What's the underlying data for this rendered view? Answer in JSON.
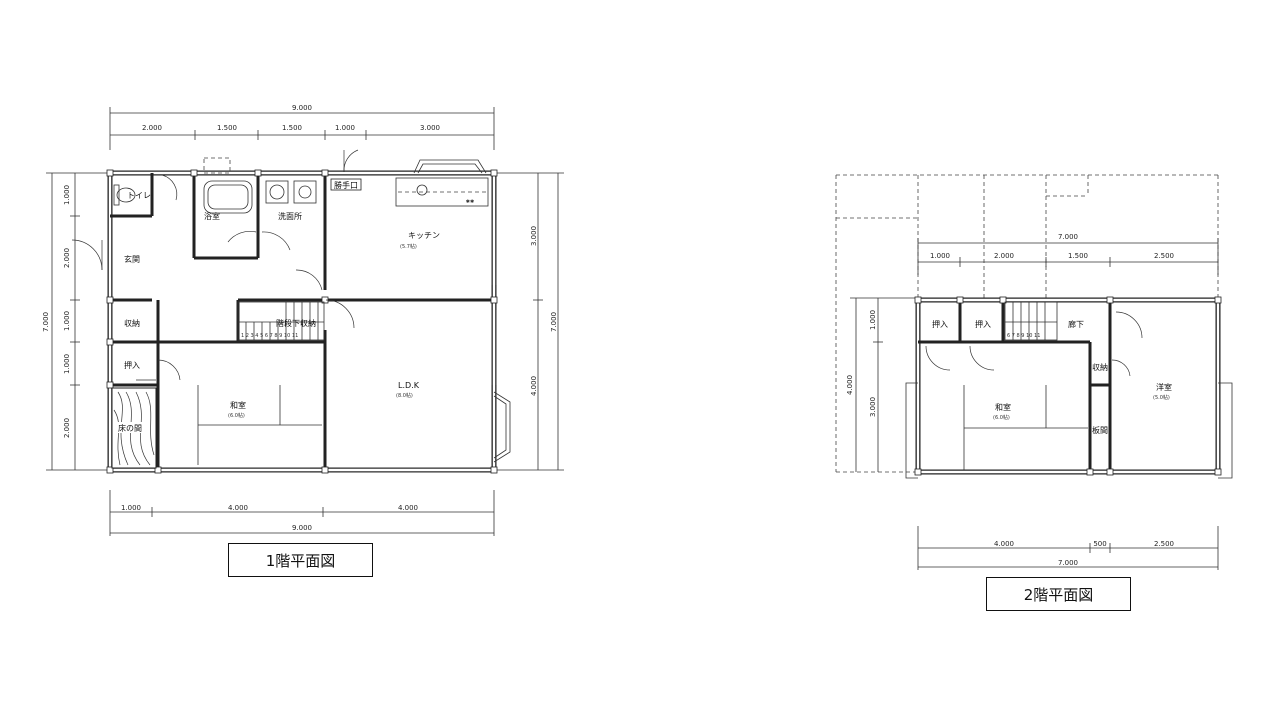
{
  "floor1": {
    "caption": "1階平面図",
    "dims_top_total": "9.000",
    "dims_top": [
      "2.000",
      "1.500",
      "1.500",
      "1.000",
      "3.000"
    ],
    "dims_bottom": [
      "1.000",
      "4.000",
      "4.000"
    ],
    "dims_bottom_total": "9.000",
    "dims_left": [
      "1.000",
      "2.000",
      "1.000",
      "1.000",
      "2.000"
    ],
    "dims_left_total": "7.000",
    "dims_right": [
      "3.000",
      "4.000"
    ],
    "dims_right_total": "7.000",
    "rooms": {
      "toilet": "トイレ",
      "bath": "浴室",
      "washroom": "洗面所",
      "back_door": "勝手口",
      "kitchen": "キッチン",
      "kitchen_area": "(5.7帖)",
      "entrance": "玄関",
      "storage": "収納",
      "closet": "押入",
      "stair_storage": "階段下収納",
      "stair_numbers": "1 2 3 4 5 6 7 8 9 10 11",
      "ldk": "L.D.K",
      "ldk_area": "(8.0帖)",
      "japanese": "和室",
      "japanese_area": "(6.0帖)",
      "tokonoma": "床の間"
    }
  },
  "floor2": {
    "caption": "2階平面図",
    "dims_top_total": "7.000",
    "dims_top": [
      "1.000",
      "2.000",
      "1.500",
      "2.500"
    ],
    "dims_bottom": [
      "4.000",
      "500",
      "2.500"
    ],
    "dims_bottom_total": "7.000",
    "dims_left_total": "4.000",
    "dims_left": [
      "1.000",
      "3.000"
    ],
    "rooms": {
      "closet1": "押入",
      "closet2": "押入",
      "hall": "廊下",
      "storage": "収納",
      "stair_numbers": "6 7 8 9 10 11",
      "japanese": "和室",
      "japanese_area": "(6.0帖)",
      "board": "板間",
      "western": "洋室",
      "western_area": "(5.0帖)"
    }
  },
  "colors": {
    "line": "#222222",
    "background": "#ffffff"
  }
}
